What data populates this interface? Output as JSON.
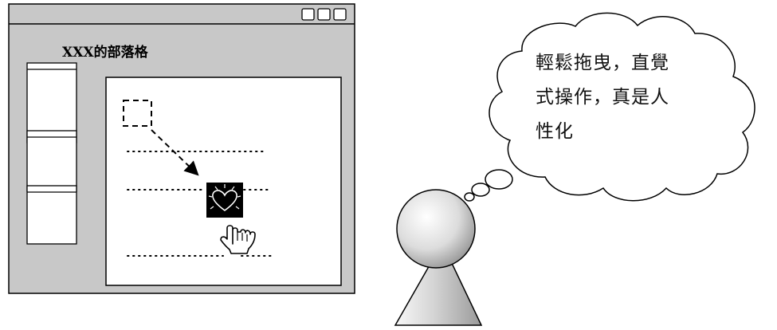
{
  "window": {
    "title": "XXX的部落格",
    "controls": [
      "minimize",
      "maximize",
      "close"
    ]
  },
  "thought_bubble": {
    "lines": [
      "輕鬆拖曳，直覺",
      "式操作，真是人",
      "性化"
    ]
  },
  "colors": {
    "window_frame": "#c8c8c8",
    "content_panel": "#ffffff",
    "outline": "#000000",
    "heart_tile": "#000000"
  },
  "icons": [
    "heart-icon",
    "hand-cursor-icon",
    "drag-arrow-icon",
    "thinking-person-icon",
    "thought-cloud-icon"
  ]
}
